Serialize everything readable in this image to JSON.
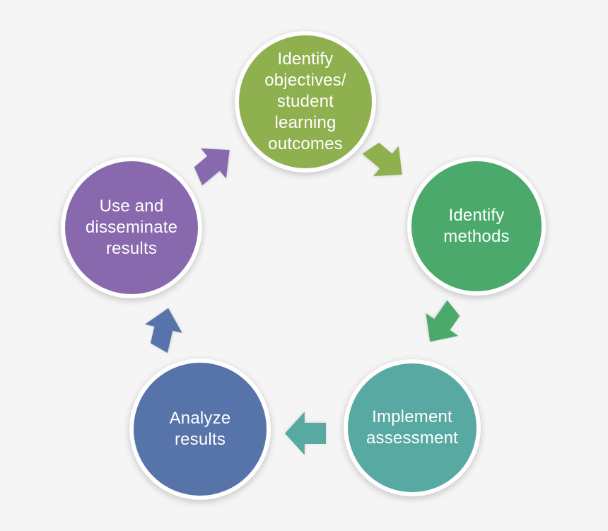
{
  "diagram": {
    "background_color": "#f5f5f6",
    "text_color": "#ffffff",
    "steps": [
      {
        "id": "identify-objectives",
        "label": "Identify\nobjectives/\nstudent\nlearning\noutcomes",
        "color": "#8fb04e",
        "position": "top"
      },
      {
        "id": "identify-methods",
        "label": "Identify\nmethods",
        "color": "#4baa6b",
        "position": "right"
      },
      {
        "id": "implement-assessment",
        "label": "Implement\nassessment",
        "color": "#57a9a2",
        "position": "bottom-right"
      },
      {
        "id": "analyze-results",
        "label": "Analyze\nresults",
        "color": "#5674aa",
        "position": "bottom-left"
      },
      {
        "id": "use-disseminate-results",
        "label": "Use and\ndisseminate\nresults",
        "color": "#8969ae",
        "position": "left"
      }
    ],
    "arrows": [
      {
        "id": "arrow-objectives-to-methods",
        "color": "#8fb04e",
        "direction": "down-right"
      },
      {
        "id": "arrow-methods-to-implement",
        "color": "#4baa6b",
        "direction": "down-left"
      },
      {
        "id": "arrow-implement-to-analyze",
        "color": "#57a9a2",
        "direction": "left"
      },
      {
        "id": "arrow-analyze-to-use",
        "color": "#5674aa",
        "direction": "up"
      },
      {
        "id": "arrow-use-to-objectives",
        "color": "#8969ae",
        "direction": "up-right"
      }
    ]
  }
}
